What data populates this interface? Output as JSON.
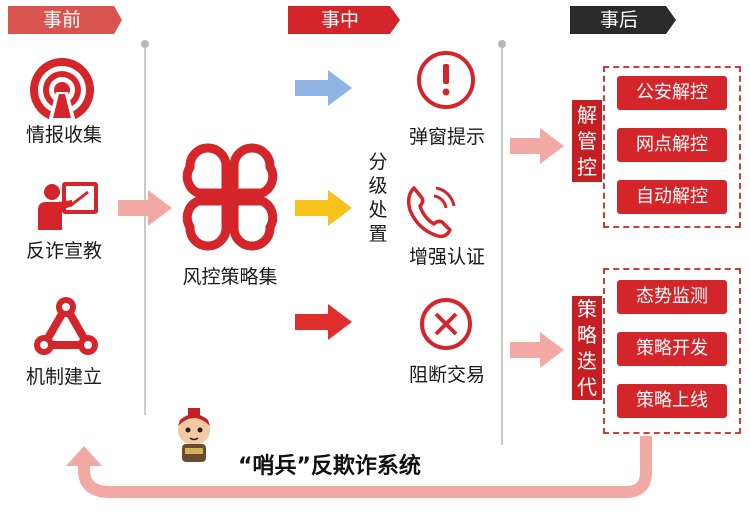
{
  "phases": {
    "before": "事前",
    "during": "事中",
    "after": "事后"
  },
  "before_items": [
    "情报收集",
    "反诈宣教",
    "机制建立"
  ],
  "center_label": "风控策略集",
  "grading_label": "分级处置",
  "during_items": [
    "弹窗提示",
    "增强认证",
    "阻断交易"
  ],
  "release": {
    "label": "解管控",
    "buttons": [
      "公安解控",
      "网点解控",
      "自动解控"
    ]
  },
  "iteration": {
    "label": "策略迭代",
    "buttons": [
      "态势监测",
      "策略开发",
      "策略上线"
    ]
  },
  "system_title": "“哨兵”反欺诈系统",
  "colors": {
    "primary_red": "#d3252a",
    "dark_header": "#2b2b2b",
    "light_arrow_blue": "#8fb3e3",
    "yellow_arrow": "#f7c21a",
    "pink_arrow": "#f3a9a3"
  },
  "icons": [
    "radar-tower-icon",
    "presenter-icon",
    "network-nodes-icon",
    "four-leaf-icon",
    "exclamation-circle-icon",
    "phone-call-icon",
    "x-circle-icon",
    "mascot-icon"
  ]
}
